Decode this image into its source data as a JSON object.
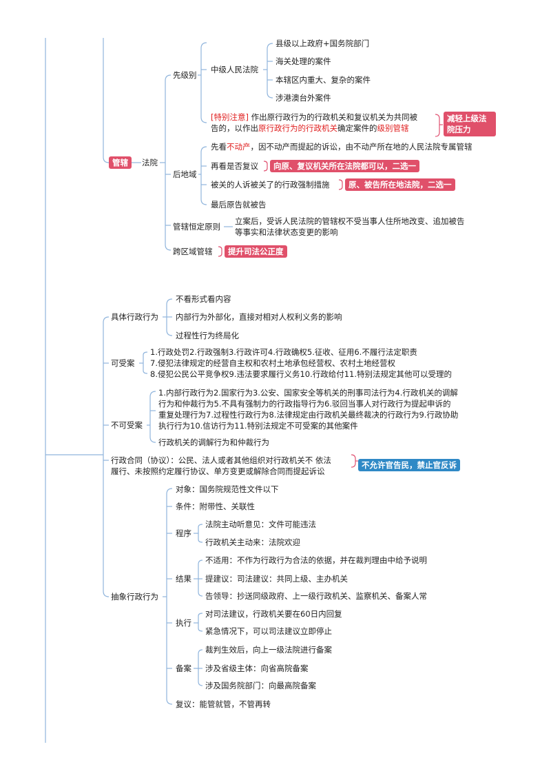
{
  "jurisdiction": {
    "tag": "管辖",
    "court": "法院",
    "level": {
      "label": "先级别",
      "intermediate": "中级人民法院",
      "cases": [
        "县级以上政府+国务院部门",
        "海关处理的案件",
        "本辖区内重大、复杂的案件",
        "涉港澳台外案件"
      ],
      "note": {
        "tag": "[特别注意]",
        "line1": "作出原行政行为的行政机关和复议机关为共同被",
        "line2a": "告的，以作出",
        "line2b": "原行政行为的行政机关",
        "line2c": "确定案件的",
        "line2d": "级别管辖",
        "badge": "减轻上级法院压力"
      }
    },
    "region": {
      "label": "后地域",
      "item1a": "先看",
      "item1b": "不动产",
      "item1c": "，因不动产而提起的诉讼，由不动产所在地的人民法院专属管辖",
      "item2": "再看是否复议",
      "item2_tag": "向原、复议机关所在法院都可以，二选一",
      "item3": "被关的人诉被关了的行政强制措施",
      "item3_tag": "原、被告所在地法院，二选一",
      "item4": "最后原告就被告"
    },
    "perpetual": {
      "label": "管辖恒定原则",
      "line1": "立案后，受诉人民法院的管辖权不受当事人住所地改变、追加被告",
      "line2": "等事实和法律状态变更的影响"
    },
    "cross": {
      "label": "跨区域管辖",
      "tag": "提升司法公正度"
    }
  },
  "scope": {
    "specific": {
      "label": "具体行政行为",
      "items": [
        "不看形式看内容",
        "内部行为外部化，直接对相对人权利义务的影响",
        "过程性行为终局化"
      ]
    },
    "acceptable": {
      "label": "可受案",
      "lines": [
        "1.行政处罚2.行政强制3.行政许可4.行政确权5.征收、征用6.不履行法定职责",
        "7.侵犯法律规定的经营自主权和农村土地承包经营权、农村土地经营权",
        "8.侵犯公民公平竞争权9.违法要求履行义务10.行政给付11.特别法规定其他可以受理的"
      ]
    },
    "unacceptable": {
      "label": "不可受案",
      "lines": [
        "1.内部行政行为2.国家行为3.公安、国家安全等机关的刑事司法行为4.行政机关的调解",
        "行为和仲裁行为5.不具有强制力的行政指导行为6.驳回当事人对行政行为提起申诉的",
        "重复处理行为7.过程性行政行为8.法律规定由行政机关最终裁决的行政行为9.行政协助",
        "执行行为10.信访行为11.特别法规定不可受案的其他案件"
      ],
      "item2": "行政机关的调解行为和仲裁行为"
    },
    "contract": {
      "line1": "行政合同（协议）：公民、法人或者其他组织对行政机关不 依法",
      "line2": "履行、未按照约定履行协议、单方变更或解除合同而提起诉讼",
      "tag": "不允许官告民，禁止官反诉"
    },
    "abstract": {
      "label": "抽象行政行为",
      "object": "对象：国务院规范性文件以下",
      "condition": "条件：附带性、关联性",
      "procedure": {
        "label": "程序",
        "items": [
          "法院主动听意见：文件可能违法",
          "行政机关主动来：法院欢迎"
        ]
      },
      "result": {
        "label": "结果",
        "items": [
          "不适用：不作为行政行为合法的依据，并在裁判理由中给予说明",
          "提建议：司法建议：共同上级、主办机关",
          "告领导：抄送同级政府、上一级行政机关、监察机关、备案人常"
        ]
      },
      "execution": {
        "label": "执行",
        "items": [
          "对司法建议，行政机关要在60日内回复",
          "紧急情况下，可以司法建议立即停止"
        ]
      },
      "filing": {
        "label": "备案",
        "items": [
          "裁判生效后，向上一级法院进行备案",
          "涉及省级主体：向省高院备案",
          "涉及国务院部门：向最高院备案"
        ]
      },
      "review": "复议：能管就管，不管再转"
    }
  }
}
